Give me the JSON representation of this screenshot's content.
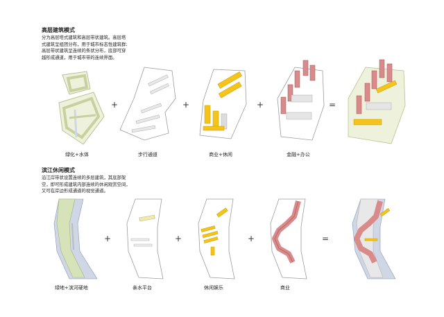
{
  "section1": {
    "title": "高层建筑模式",
    "description": [
      "分为高层塔式建筑和高层带状建筑。高层塔",
      "式建筑呈组团分布，用于城市标志性建筑群;",
      "高层带状建筑呈连续的条状分布，底部可穿",
      "越形成通道，用于城市带的连续界面。"
    ],
    "labels": [
      "绿化+水体",
      "步行通道",
      "商业+休闲",
      "金融+办公"
    ],
    "operators": [
      "+",
      "+",
      "+",
      "="
    ]
  },
  "section2": {
    "title": "滨江休闲模式",
    "description": [
      "沿江岸带状设置连续的多层建筑，其底部架",
      "空，即可形成建筑内部连续的休闲观赏空间，",
      "又可在岸边形成通道的视觉通道。"
    ],
    "labels": [
      "绿地+滨河硬地",
      "亲水平台",
      "休闲娱乐",
      "商业"
    ],
    "operators": [
      "+",
      "+",
      "+",
      "="
    ]
  },
  "colors": {
    "green": "#dfe8c2",
    "yellow": "#f4c41a",
    "pink": "#d98a8a",
    "river": "#cfd7e6",
    "outline": "#9a9a9a"
  }
}
